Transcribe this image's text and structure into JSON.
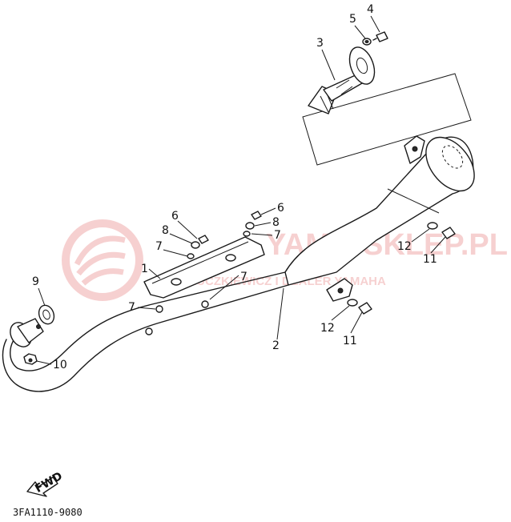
{
  "diagram": {
    "code": "3FA1110-9080",
    "fwd_label": "FWD",
    "watermark": {
      "brand": "YAMA-SKLEP.PL",
      "tagline": "ŁUCZKIEWICZ I DEALER YAMAHA",
      "color": "#e05a5a"
    },
    "callouts": [
      {
        "id": "c4",
        "text": "4"
      },
      {
        "id": "c5",
        "text": "5"
      },
      {
        "id": "c3",
        "text": "3"
      },
      {
        "id": "c6a",
        "text": "6"
      },
      {
        "id": "c8a",
        "text": "8"
      },
      {
        "id": "c7a",
        "text": "7"
      },
      {
        "id": "c6b",
        "text": "6"
      },
      {
        "id": "c8b",
        "text": "8"
      },
      {
        "id": "c7b",
        "text": "7"
      },
      {
        "id": "c1",
        "text": "1"
      },
      {
        "id": "c7c",
        "text": "7"
      },
      {
        "id": "c7d",
        "text": "7"
      },
      {
        "id": "c9",
        "text": "9"
      },
      {
        "id": "c10",
        "text": "10"
      },
      {
        "id": "c2",
        "text": "2"
      },
      {
        "id": "c12a",
        "text": "12"
      },
      {
        "id": "c11a",
        "text": "11"
      },
      {
        "id": "c12b",
        "text": "12"
      },
      {
        "id": "c11b",
        "text": "11"
      }
    ]
  }
}
